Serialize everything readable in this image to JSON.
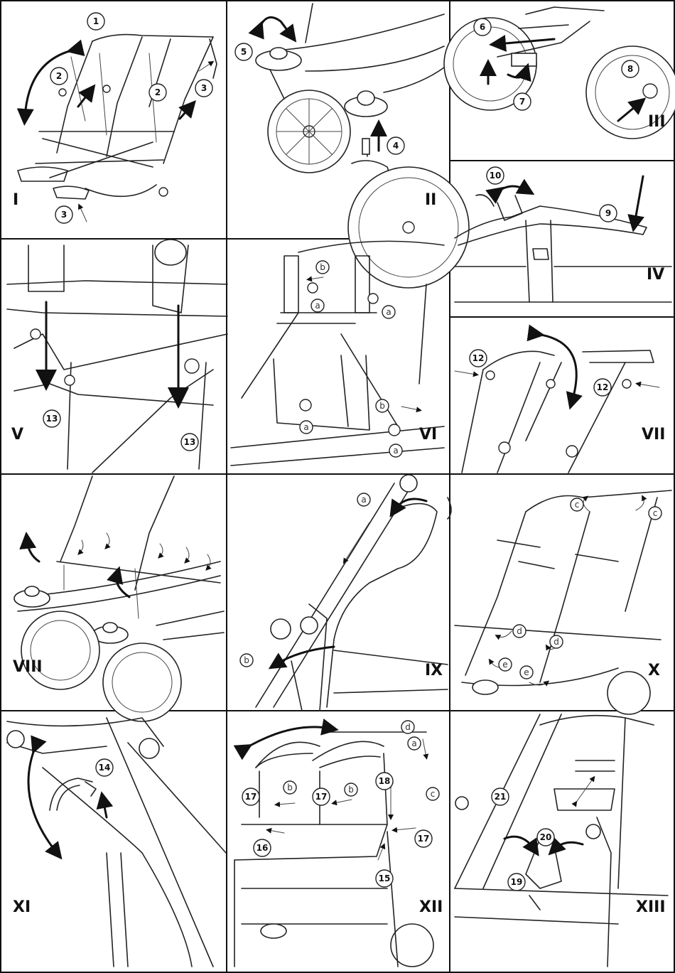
{
  "panels": [
    {
      "id": "I",
      "labels": [
        "1",
        "2",
        "2",
        "3",
        "3"
      ]
    },
    {
      "id": "II",
      "labels": [
        "4",
        "5"
      ]
    },
    {
      "id": "III",
      "labels": [
        "6",
        "7",
        "8"
      ]
    },
    {
      "id": "IV",
      "labels": [
        "9",
        "10"
      ]
    },
    {
      "id": "V",
      "labels": [
        "13",
        "13"
      ]
    },
    {
      "id": "VI",
      "labels": [
        "b",
        "a",
        "a",
        "a",
        "b",
        "a"
      ]
    },
    {
      "id": "VII",
      "labels": [
        "12",
        "12"
      ]
    },
    {
      "id": "VIII",
      "labels": []
    },
    {
      "id": "IX",
      "labels": [
        "a",
        "b"
      ]
    },
    {
      "id": "X",
      "labels": [
        "c",
        "c",
        "d",
        "d",
        "e",
        "e"
      ]
    },
    {
      "id": "XI",
      "labels": [
        "14"
      ]
    },
    {
      "id": "XII",
      "labels": [
        "d",
        "a",
        "c",
        "18",
        "17",
        "b",
        "17",
        "b",
        "17",
        "16",
        "15"
      ]
    },
    {
      "id": "XIII",
      "labels": [
        "21",
        "20",
        "19"
      ]
    }
  ]
}
